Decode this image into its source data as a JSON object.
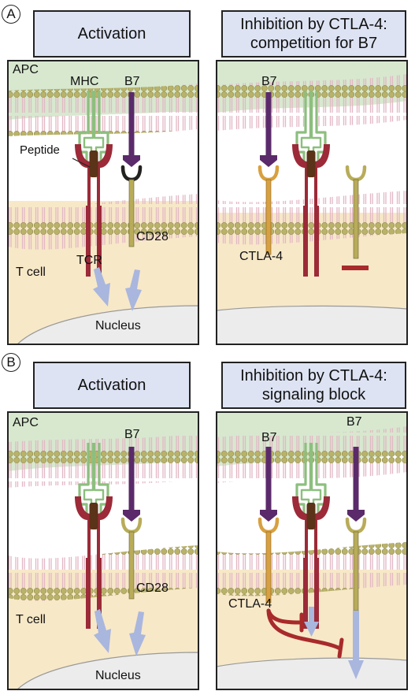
{
  "sections": [
    {
      "letter": "A",
      "left_panel": {
        "title": "Activation",
        "apc": "APC",
        "mhc": "MHC",
        "b7": "B7",
        "peptide": "Peptide",
        "tcr": "TCR",
        "cd28": "CD28",
        "tcell": "T cell",
        "nucleus": "Nucleus"
      },
      "right_panel": {
        "title_line1": "Inhibition by CTLA-4:",
        "title_line2": "competition for B7",
        "b7": "B7",
        "ctla4": "CTLA-4"
      }
    },
    {
      "letter": "B",
      "left_panel": {
        "title": "Activation",
        "apc": "APC",
        "b7": "B7",
        "cd28": "CD28",
        "tcell": "T cell",
        "nucleus": "Nucleus"
      },
      "right_panel": {
        "title_line1": "Inhibition by CTLA-4:",
        "title_line2": "signaling block",
        "b7_left": "B7",
        "b7_right": "B7",
        "ctla4": "CTLA-4"
      }
    }
  ],
  "colors": {
    "apc": "#d7e8cf",
    "tcell": "#f7e8c8",
    "nucleus": "#ececec",
    "lipid_head": "#b9b26a",
    "lipid_tail": "#e2b7c4",
    "mhc": "#8cbf7e",
    "tcr": "#9c2a38",
    "b7": "#5a2a6a",
    "cd28": "#b8ac5a",
    "ctla4": "#d8a040",
    "peptide": "#5a3318",
    "arrow": "#a9b6de",
    "inhibit": "#a82a2a"
  }
}
